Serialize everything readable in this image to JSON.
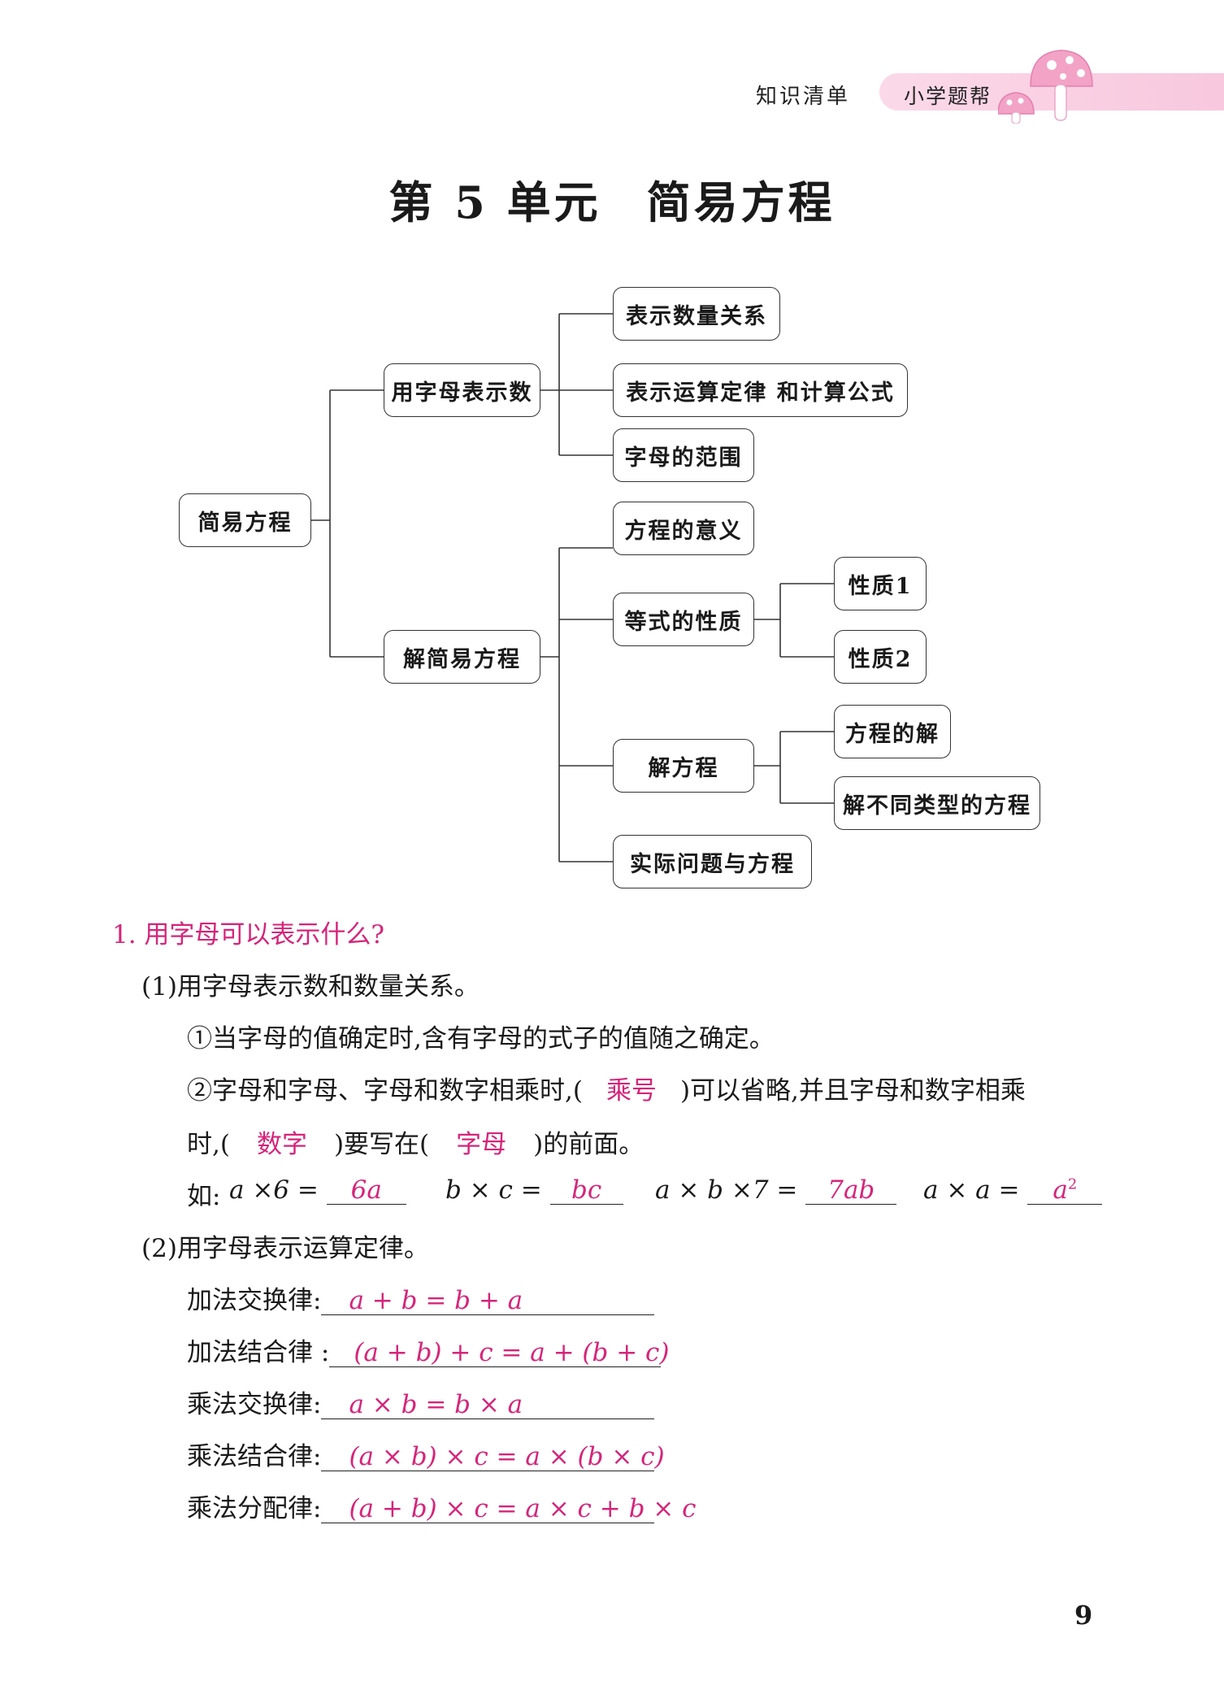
{
  "header": {
    "section": "知识清单",
    "brand": "小学题帮"
  },
  "title": {
    "unit": "第 5 单元",
    "name": "简易方程"
  },
  "mindmap": {
    "root": "简易方程",
    "branch1": "用字母表示数",
    "b1_children": [
      "表示数量关系",
      "表示运算定律 和计算公式",
      "字母的范围"
    ],
    "branch2": "解简易方程",
    "b2_children": [
      "方程的意义",
      "等式的性质",
      "解方程",
      "实际问题与方程"
    ],
    "props": [
      "性质1",
      "性质2"
    ],
    "solve": [
      "方程的解",
      "解不同类型的方程"
    ]
  },
  "question1": {
    "title": "1. 用字母可以表示什么?",
    "part1": "(1)用字母表示数和数量关系。",
    "item1": "①当字母的值确定时,含有字母的式子的值随之确定。",
    "item2_a": "②字母和字母、字母和数字相乘时,(",
    "item2_ans1": "乘号",
    "item2_b": ")可以省略,并且字母和数字相乘",
    "item3_a": "时,(",
    "item3_ans1": "数字",
    "item3_b": ")要写在(",
    "item3_ans2": "字母",
    "item3_c": ")的前面。",
    "examples_prefix": "如:",
    "examples": [
      {
        "expr": "a ×6 =",
        "ans": "6a"
      },
      {
        "expr": "b × c =",
        "ans": "bc"
      },
      {
        "expr": "a × b ×7 =",
        "ans": "7ab"
      },
      {
        "expr": "a × a =",
        "ans": "a",
        "sup": "2"
      }
    ],
    "part2": "(2)用字母表示运算定律。",
    "laws": [
      {
        "name": "加法交换律:",
        "ans": "a + b = b + a"
      },
      {
        "name": "加法结合律 :",
        "ans": "(a + b) + c = a + (b + c)"
      },
      {
        "name": "乘法交换律:",
        "ans": "a × b = b × a"
      },
      {
        "name": "乘法结合律:",
        "ans": "(a × b) × c = a × (b × c)"
      },
      {
        "name": "乘法分配律:",
        "ans": "(a + b) × c = a × c + b × c"
      }
    ]
  },
  "page_number": "9",
  "colors": {
    "accent": "#d6247a",
    "band": "#f8c8de"
  }
}
